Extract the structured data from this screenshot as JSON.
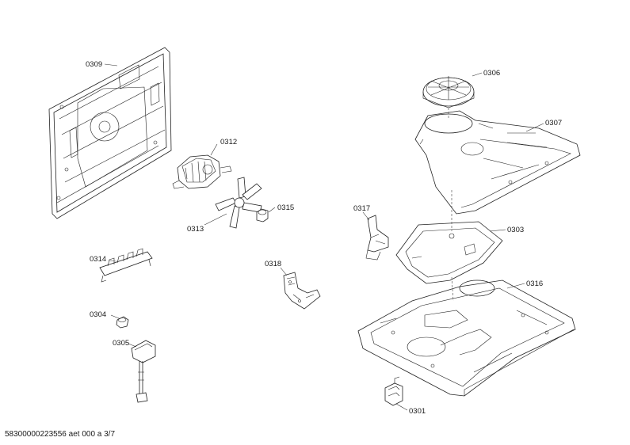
{
  "parts": {
    "p0309": "0309",
    "p0312": "0312",
    "p0313": "0313",
    "p0315": "0315",
    "p0314": "0314",
    "p0318": "0318",
    "p0304": "0304",
    "p0305": "0305",
    "p0306": "0306",
    "p0307": "0307",
    "p0317": "0317",
    "p0303": "0303",
    "p0316": "0316",
    "p0301": "0301"
  },
  "footer": {
    "doc_id": "58300000223556 aet 000 a 3/7"
  }
}
